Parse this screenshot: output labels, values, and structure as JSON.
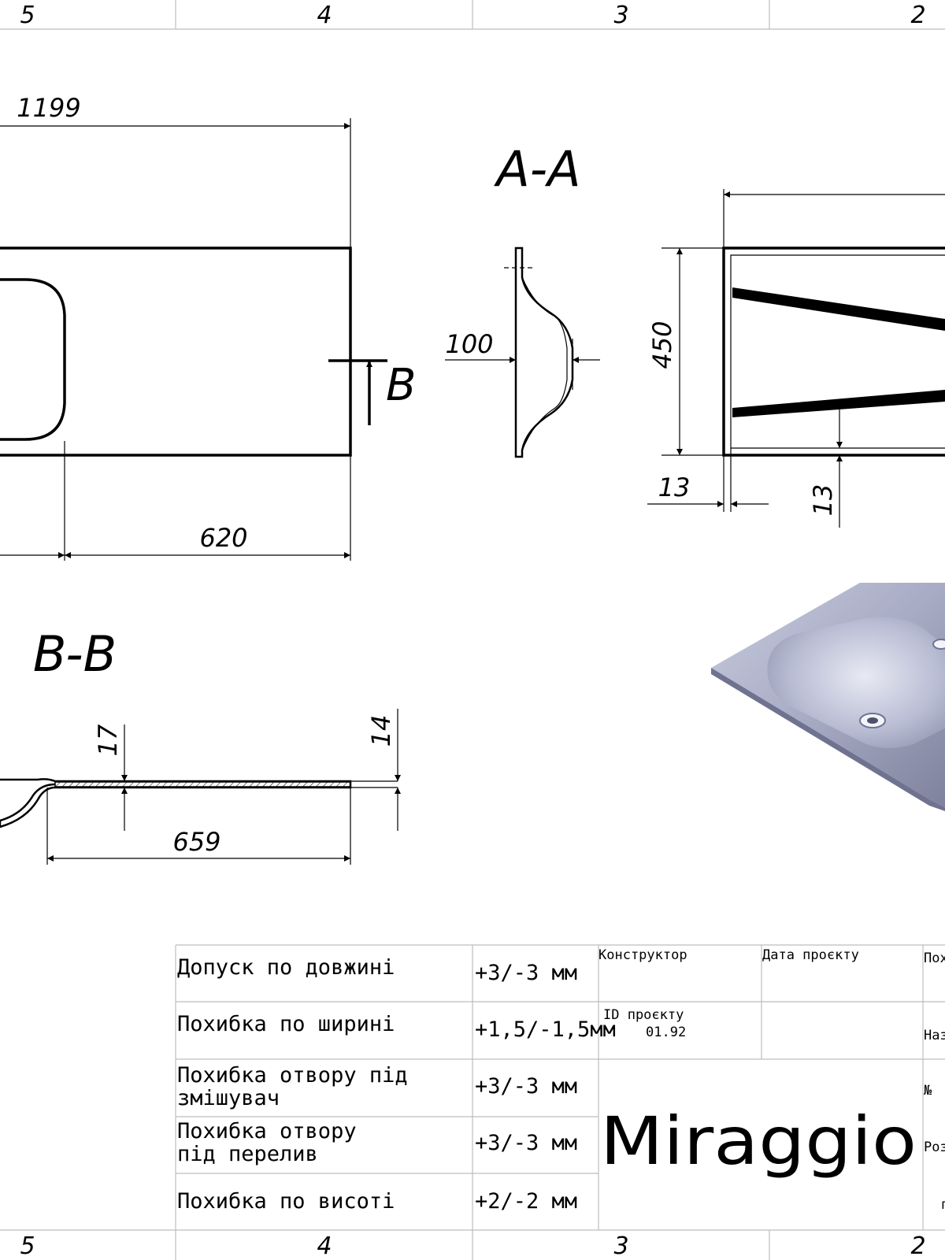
{
  "zones": {
    "top": [
      "5",
      "4",
      "3",
      "2"
    ],
    "bottom": [
      "5",
      "4",
      "3",
      "2"
    ]
  },
  "section_titles": {
    "aa": "A-A",
    "bb": "B-B",
    "b_marker": "B"
  },
  "dimensions": {
    "overall_length": "1199",
    "bowl_offset": "620",
    "section_depth": "100",
    "width": "450",
    "edge_left": "13",
    "edge_bottom": "13",
    "thickness_17": "17",
    "thickness_14": "14",
    "length_659": "659"
  },
  "tolerances": [
    {
      "label_line1": "Допуск по довжині",
      "label_line2": "",
      "value": "+3/-3 мм"
    },
    {
      "label_line1": "Похибка по ширині",
      "label_line2": "",
      "value": "+1,5/-1,5мм"
    },
    {
      "label_line1": "Похибка отвору під",
      "label_line2": "змішувач",
      "value": "+3/-3 мм"
    },
    {
      "label_line1": "Похибка отвору",
      "label_line2": "під перелив",
      "value": "+3/-3 мм"
    },
    {
      "label_line1": "Похибка по висоті",
      "label_line2": "",
      "value": "+2/-2 мм"
    }
  ],
  "title_block": {
    "designer_label": "Конструктор",
    "date_label": "Дата проєкту",
    "id_label": "ID проєкту",
    "id_value": "01.92",
    "brand": "Miraggio",
    "edge_labels": [
      "Пох",
      "Наз",
      "№",
      "Роз",
      "п"
    ]
  },
  "colors": {
    "line": "#000000",
    "frame_grid": "#bdbdbd",
    "render_surface": "#a9adc6"
  }
}
